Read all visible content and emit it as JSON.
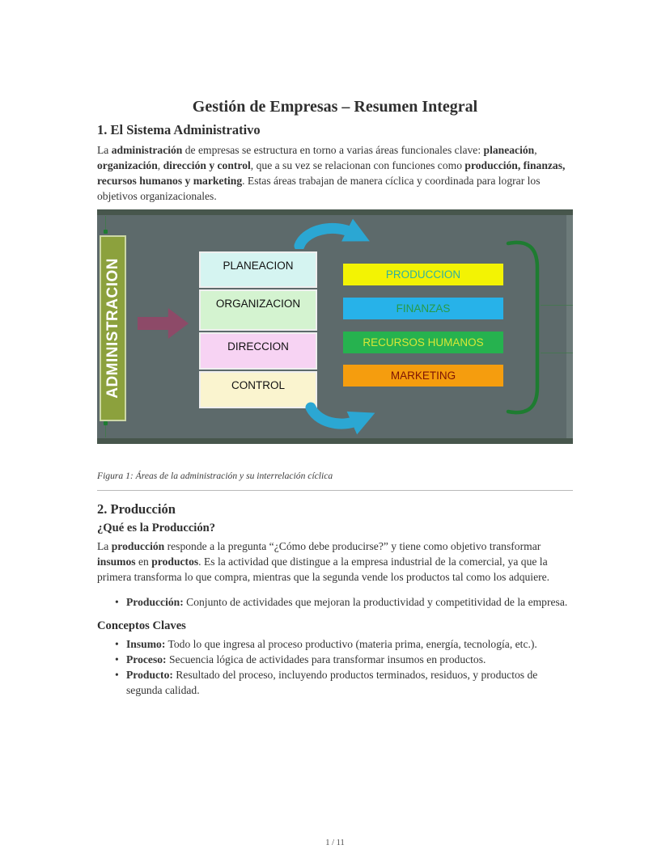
{
  "page": {
    "title": "Gestión de Empresas – Resumen Integral",
    "page_number": "1 / 11"
  },
  "section1": {
    "heading": "1. El Sistema Administrativo",
    "paragraph": [
      {
        "t": "La "
      },
      {
        "t": "administración",
        "b": true
      },
      {
        "t": " de empresas se estructura en torno a varias áreas funcionales clave: "
      },
      {
        "t": "planeación",
        "b": true
      },
      {
        "t": ", "
      },
      {
        "t": "organización",
        "b": true
      },
      {
        "t": ", "
      },
      {
        "t": "dirección y control",
        "b": true
      },
      {
        "t": ", que a su vez se relacionan con funciones como "
      },
      {
        "t": "producción, finanzas, recursos humanos y marketing",
        "b": true
      },
      {
        "t": ". Estas áreas trabajan de manera cíclica y coordinada para lograr los objetivos organizacionales."
      }
    ]
  },
  "figure": {
    "caption": "Figura 1: Áreas de la administración y su interrelación cíclica",
    "diagram": {
      "admin_label": "ADMINISTRACION",
      "left_boxes": [
        {
          "label": "PLANEACION",
          "bg": "#d5f4f1"
        },
        {
          "label": "ORGANIZACION",
          "bg": "#d4f3d0"
        },
        {
          "label": "DIRECCION",
          "bg": "#f7d3f3"
        },
        {
          "label": "CONTROL",
          "bg": "#faf4cf"
        }
      ],
      "right_bars": [
        {
          "label": "PRODUCCION",
          "bg": "#f3f303",
          "color": "#2eb1a2"
        },
        {
          "label": "FINANZAS",
          "bg": "#27b2e9",
          "color": "#279b47"
        },
        {
          "label": "RECURSOS HUMANOS",
          "bg": "#26b24f",
          "color": "#d7e836"
        },
        {
          "label": "MARKETING",
          "bg": "#f59d0e",
          "color": "#7e1404"
        }
      ],
      "icons": {
        "top_arrow": "cycle-arrow-clockwise",
        "bottom_arrow": "cycle-arrow-clockwise",
        "left_arrow": "block-arrow-right",
        "bracket": "right-round-bracket"
      },
      "colors": {
        "background": "#5d6a6b",
        "edge_bar": "#47564c",
        "right_strip": "#6d7b7a",
        "admin_bg": "#8ca13d",
        "arrow_purple": "#8d4a68",
        "arrow_cyan": "#2ba7d3",
        "bracket_green": "#1e7c31",
        "faint_line": "#3e7a48"
      }
    }
  },
  "section2": {
    "heading": "2. Producción",
    "subheading": "¿Qué es la Producción?",
    "paragraph": [
      {
        "t": "La "
      },
      {
        "t": "producción",
        "b": true
      },
      {
        "t": " responde a la pregunta “¿Cómo debe producirse?” y tiene como objetivo transformar "
      },
      {
        "t": "insumos",
        "b": true
      },
      {
        "t": " en "
      },
      {
        "t": "productos",
        "b": true
      },
      {
        "t": ". Es la actividad que distingue a la empresa industrial de la comercial, ya que la primera transforma lo que compra, mientras que la segunda vende los productos tal como los adquiere."
      }
    ],
    "bullets1": [
      [
        {
          "t": "Producción:",
          "b": true
        },
        {
          "t": " Conjunto de actividades que mejoran la productividad y competitividad de la empresa."
        }
      ]
    ],
    "concepts_heading": "Conceptos Claves",
    "bullets2": [
      [
        {
          "t": "Insumo:",
          "b": true
        },
        {
          "t": " Todo lo que ingresa al proceso productivo (materia prima, energía, tecnología, etc.)."
        }
      ],
      [
        {
          "t": "Proceso:",
          "b": true
        },
        {
          "t": " Secuencia lógica de actividades para transformar insumos en productos."
        }
      ],
      [
        {
          "t": "Producto:",
          "b": true
        },
        {
          "t": " Resultado del proceso, incluyendo productos terminados, residuos, y productos de segunda calidad."
        }
      ]
    ]
  }
}
